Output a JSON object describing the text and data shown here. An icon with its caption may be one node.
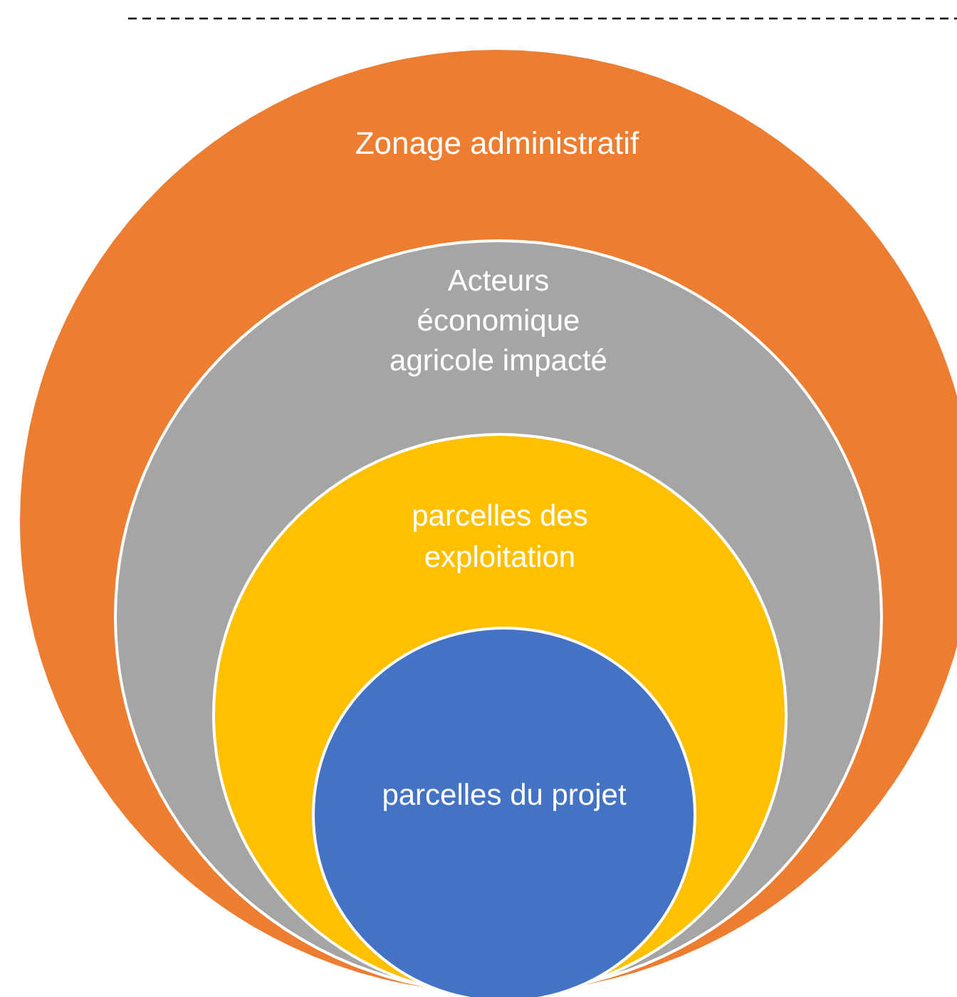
{
  "diagram": {
    "nodes": [
      {
        "text": [
          "Zonage administratif"
        ]
      },
      {
        "text": [
          "Acteurs économique agricole impacté"
        ],
        "in": 0
      },
      {
        "text": [
          "parcelles des exploitation"
        ],
        "in": 1
      },
      {
        "text": [
          "parcelles du projet"
        ],
        "in": 2
      }
    ]
  }
}
